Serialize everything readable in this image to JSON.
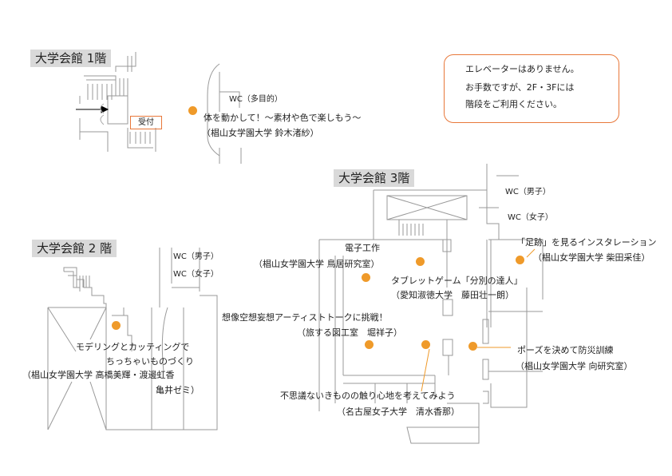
{
  "floor1": {
    "title": "大学会館 1階",
    "reception": "受付",
    "wc": "WC（多目的）",
    "event": {
      "title": "体を動かして！～素材や色で楽しもう～",
      "host": "（椙山女学園大学 鈴木渚紗）"
    }
  },
  "notice": {
    "lines": [
      "エレベーターはありません。",
      "お手数ですが、2F・3Fには",
      "階段をご利用ください。"
    ]
  },
  "floor2": {
    "title": "大学会館 2 階",
    "wc_men": "WC（男子）",
    "wc_women": "WC（女子）",
    "event": {
      "line1": "モデリングとカッティングで",
      "line2": "ちっちゃいものづくり",
      "line3": "（椙山女学園大学 高橋美輝・渡邊虹香",
      "line4": "亀井ゼミ）"
    }
  },
  "floor3": {
    "title": "大学会館 3階",
    "wc_men": "WC（男子）",
    "wc_women": "WC（女子）",
    "events": [
      {
        "title": "「足跡」を見るインスタレーション",
        "host": "（椙山女学園大学 柴田采佳）"
      },
      {
        "title": "電子工作",
        "host": "（椙山女学園大学 鳥居研究室）"
      },
      {
        "title": "タブレットゲーム「分別の達人」",
        "host": "（愛知淑徳大学　藤田壮一朗）"
      },
      {
        "title": "想像空想妄想アーティストトークに挑戦！",
        "host": "（旅する図工室　堀祥子）"
      },
      {
        "title": "ポーズを決めて防災訓練",
        "host": "（椙山女学園大学 向研究室）"
      },
      {
        "title": "不思議ないきものの触り心地を考えてみよう",
        "host": "（名古屋女子大学　清水香那）"
      }
    ]
  },
  "colors": {
    "accent": "#ef9a2a",
    "border": "#e8783a"
  }
}
